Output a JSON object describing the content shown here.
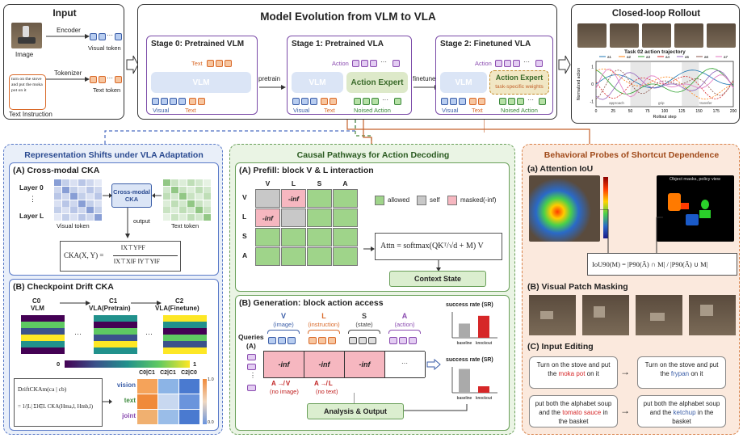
{
  "input": {
    "title": "Input",
    "image_label": "Image",
    "encoder": "Encoder",
    "visual_token": "Visual token",
    "instruction_bubble": "turn on the stove and put the moka pot on it",
    "tokenizer": "Tokenizer",
    "text_token": "Text token",
    "text_instruction": "Text Instruction"
  },
  "evolution": {
    "title": "Model Evolution from VLM to VLA",
    "stage0": {
      "title": "Stage 0: Pretrained VLM",
      "text_label": "Text",
      "vlm": "VLM",
      "visual": "Visual",
      "text": "Text"
    },
    "pretrain": "pretrain",
    "stage1": {
      "title": "Stage 1: Pretrained VLA",
      "action_label": "Action",
      "vlm": "VLM",
      "expert": "Action Expert",
      "visual": "Visual",
      "text": "Text",
      "noised": "Noised Action"
    },
    "finetune": "finetune",
    "stage2": {
      "title": "Stage 2: Finetuned VLA",
      "action_label": "Action",
      "vlm": "VLM",
      "expert": "Action Expert",
      "expert_sub": "task-specific weights",
      "visual": "Visual",
      "text": "Text",
      "noised": "Noised Action"
    },
    "ellipsis": "···"
  },
  "rollout": {
    "title": "Closed-loop Rollout",
    "plot_title": "Task 02 action trajectory",
    "ylabel": "Normalized action",
    "xlabel": "Rollout step",
    "x_ticks": [
      "0",
      "25",
      "50",
      "75",
      "100",
      "125",
      "150",
      "175",
      "200"
    ],
    "y_ticks": [
      "1",
      "0",
      "-1"
    ],
    "legend": [
      "a1",
      "a2",
      "a3",
      "a4",
      "a5",
      "a6",
      "a7"
    ],
    "phase_labels": [
      "approach",
      "grip",
      "transfer"
    ],
    "colors": [
      "#1f77b4",
      "#ff7f0e",
      "#2ca02c",
      "#d62728",
      "#9467bd",
      "#8c564b",
      "#e377c2"
    ]
  },
  "representation": {
    "title": "Representation Shifts under VLA Adaptation",
    "cka": {
      "title": "(A) Cross-modal CKA",
      "layer0": "Layer 0",
      "vdots": "⋮",
      "layerL": "Layer L",
      "box": "Cross-modal CKA",
      "output": "output",
      "visual_token": "Visual token",
      "text_token": "Text token",
      "formula_lhs": "CKA(X, Y) =",
      "formula_num": "‖X⊤Y‖²F",
      "formula_den": "‖X⊤X‖F ‖Y⊤Y‖F"
    },
    "drift": {
      "title": "(B) Checkpoint Drift CKA",
      "c0": "C0",
      "c0_sub": "VLM",
      "c1": "C1",
      "c1_sub": "VLA(Pretrain)",
      "c2": "C2",
      "c2_sub": "VLA(Finetune)",
      "ellipsis": "···",
      "cbar_min": "0",
      "cbar_max": "1",
      "formula_line1": "DriftCKAm(ca | cb)",
      "formula_line2": "= 1/|L| Σl∈L CKA(Hma,l, Hmb,l)",
      "col_headers": [
        "C0|C1",
        "C2|C1",
        "C2|C0"
      ],
      "rows": [
        "vision",
        "text",
        "joint"
      ],
      "scale_max": "1.0",
      "scale_min": "0.0",
      "row_label_colors": [
        "#3b5ea8",
        "#3d8a3d",
        "#8a4bb0"
      ]
    }
  },
  "causal": {
    "title": "Causal Pathways for Action Decoding",
    "prefill": {
      "title": "(A) Prefill: block V & L interaction",
      "cols": [
        "V",
        "L",
        "S",
        "A"
      ],
      "rows": [
        "V",
        "L",
        "S",
        "A"
      ],
      "inf": "-inf",
      "legend_allowed": "allowed",
      "legend_self": "self",
      "legend_masked": "masked(-inf)",
      "attn_formula": "Attn = softmax(QKᵀ/√d + M) V",
      "context_state": "Context State"
    },
    "generation": {
      "title": "(B) Generation: block action access",
      "queries": "Queries",
      "queries_a": "(A)",
      "cols": [
        {
          "letter": "V",
          "sub": "(image)",
          "color": "#3b5ea8"
        },
        {
          "letter": "L",
          "sub": "(instruction)",
          "color": "#d96a2a"
        },
        {
          "letter": "S",
          "sub": "(state)",
          "color": "#444444"
        },
        {
          "letter": "A",
          "sub": "(action)",
          "color": "#8a4bb0"
        }
      ],
      "inf": "-inf",
      "ellipsis": "···",
      "vdots": "⋮",
      "block_v": "A ↛ V",
      "block_v_sub": "(no image)",
      "block_l": "A ↛ L",
      "block_l_sub": "(no text)",
      "sr_title": "success rate (SR)",
      "sr1": {
        "baseline": 0.55,
        "knockout": 0.85,
        "labels": [
          "baseline",
          "knockout"
        ]
      },
      "sr2": {
        "baseline": 0.92,
        "knockout": 0.25,
        "labels": [
          "baseline",
          "knockout"
        ]
      },
      "output": "Analysis & Output"
    }
  },
  "behavioral": {
    "title": "Behavioral Probes of Shortcut Dependence",
    "attention": {
      "title": "(a) Attention IoU",
      "formula": "IoU90(M) = |P90(Ā) ∩ M| / |P90(Ā) ∪ M|",
      "mask_caption": "Object masks, policy view"
    },
    "masking": {
      "title": "(B) Visual Patch Masking"
    },
    "editing": {
      "title": "(C) Input Editing",
      "pairs": [
        {
          "from_pre": "Turn on the stove and put the ",
          "from_hl": "moka pot",
          "from_post": " on it",
          "to_pre": "Turn on the stove and put the ",
          "to_hl": "frypan",
          "to_post": " on it"
        },
        {
          "from_pre": "put both the alphabet soup and the ",
          "from_hl": "tomato sauce",
          "from_post": " in the basket",
          "to_pre": "put both the alphabet soup and the ",
          "to_hl": "ketchup",
          "to_post": " in the basket"
        }
      ],
      "highlight_from": "#d62728",
      "highlight_to": "#3b5ea8"
    }
  }
}
